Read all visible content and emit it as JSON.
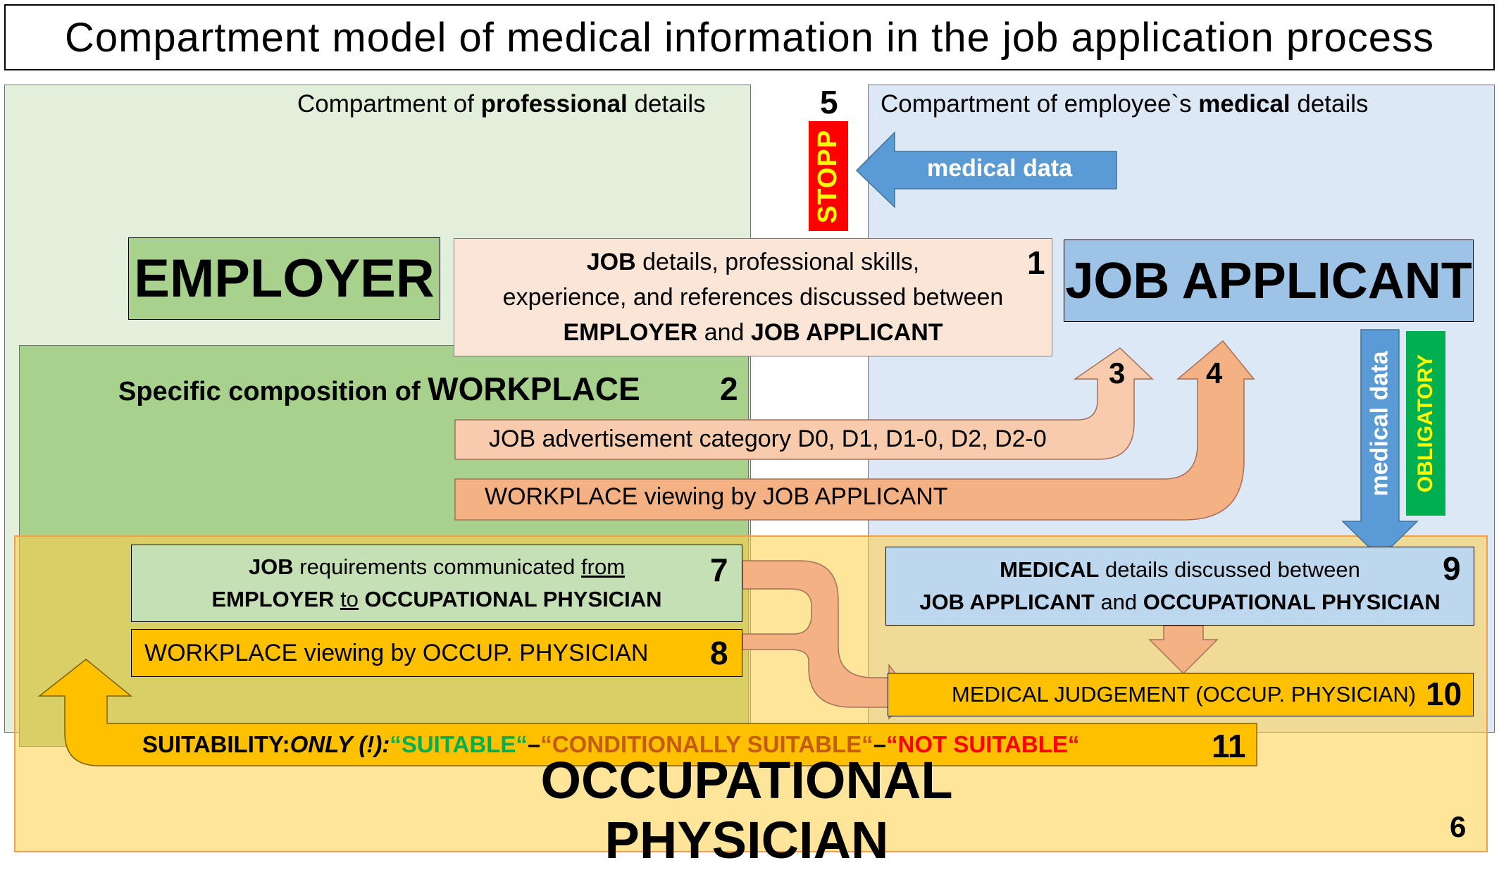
{
  "title": "Compartment model of medical information in the job application process",
  "compartments": {
    "professional": {
      "pre": "Compartment of ",
      "bold": "professional",
      "post": " details"
    },
    "medical": {
      "pre": "Compartment of employee`s ",
      "bold": "medical",
      "post": " details"
    }
  },
  "employer": "EMPLOYER",
  "job_applicant": "JOB APPLICANT",
  "occupational_physician": "OCCUPATIONAL PHYSICIAN",
  "stopp": "STOPP",
  "obligatory": "OBLIGATORY",
  "medical_data_top": "medical data",
  "medical_data_side": "medical data",
  "box1": {
    "l1_bold": "JOB",
    "l1_rest": " details, professional skills,",
    "l2": "experience, and references discussed between",
    "l3_a": "EMPLOYER",
    "l3_b": " and ",
    "l3_c": "JOB APPLICANT"
  },
  "workplace": {
    "pre": "Specific composition of ",
    "bold": "WORKPLACE"
  },
  "arrow3_text": "JOB advertisement category D0, D1, D1-0, D2, D2-0",
  "arrow4_text": "WORKPLACE viewing by JOB APPLICANT",
  "box7": {
    "l1_a": "JOB",
    "l1_b": " requirements  communicated ",
    "l1_c": "from",
    "l2_a": "EMPLOYER",
    "l2_b": "to",
    "l2_c": "OCCUPATIONAL PHYSICIAN"
  },
  "box8": "WORKPLACE viewing by OCCUP. PHYSICIAN",
  "box9": {
    "l1_a": "MEDICAL",
    "l1_b": " details discussed between",
    "l2_a": "JOB APPLICANT",
    "l2_b": " and ",
    "l2_c": "OCCUPATIONAL PHYSICIAN"
  },
  "box10": "MEDICAL  JUDGEMENT (OCCUP. PHYSICIAN)",
  "box11": {
    "a": "SUITABILITY: ",
    "b": "ONLY (!): ",
    "c": "“SUITABLE“",
    "d": " – ",
    "e": "“CONDITIONALLY SUITABLE“",
    "f": " – ",
    "g": "“NOT SUITABLE“"
  },
  "numbers": {
    "n1": "1",
    "n2": "2",
    "n3": "3",
    "n4": "4",
    "n5": "5",
    "n6": "6",
    "n7": "7",
    "n8": "8",
    "n9": "9",
    "n10": "10",
    "n11": "11"
  },
  "colors": {
    "professional_bg": "#e2efda",
    "medical_bg": "#dce8f5",
    "workplace_bg": "#a9d18e",
    "employer_bg": "#a9d18e",
    "applicant_bg": "#9dc3e6",
    "occupational_bg": "#ffd046",
    "arrow_peach": "#f4b183",
    "arrow_blue": "#5b9bd5",
    "stopp_red": "#ff0000",
    "obligatory_green": "#00b050",
    "amber": "#ffc000"
  }
}
